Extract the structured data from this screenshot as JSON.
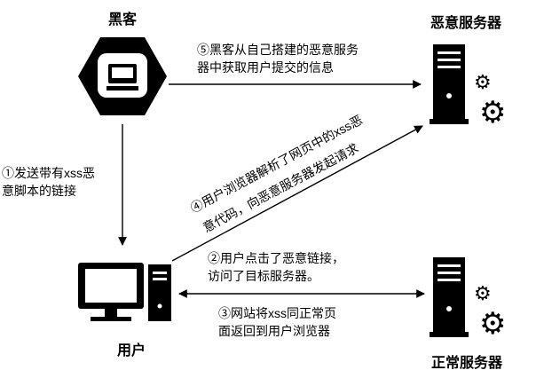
{
  "entities": {
    "hacker": "黑客",
    "malicious_server": "恶意服务器",
    "user": "用户",
    "normal_server": "正常服务器"
  },
  "steps": {
    "step1": {
      "line1": "①发送带有xss恶",
      "line2": "意脚本的链接"
    },
    "step2": {
      "line1": "②用户点击了恶意链接，",
      "line2": "访问了目标服务器。"
    },
    "step3": {
      "line1": "③网站将xss同正常页",
      "line2": "面返回到用户浏览器"
    },
    "step4": {
      "line1": "④用户浏览器解析了网页中的xss恶",
      "line2": "意代码，向恶意服务器发起请求"
    },
    "step5": {
      "line1": "⑤黑客从自己搭建的恶意服务",
      "line2": "器中获取用户提交的信息"
    }
  },
  "colors": {
    "foreground": "#000000",
    "background": "#ffffff"
  }
}
